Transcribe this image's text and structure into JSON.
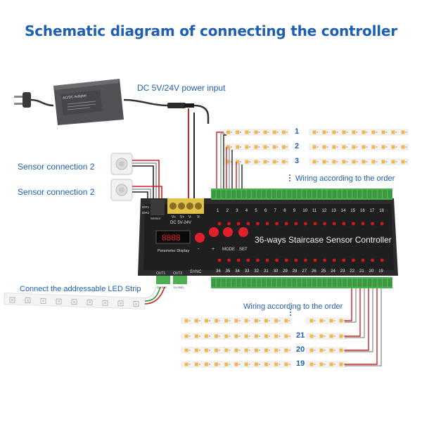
{
  "title": "Schematic diagram of connecting the controller",
  "power_label": "DC  5V/24V power input",
  "adapter_label": "AC/DC Adapter",
  "sensor_labels": [
    "Sensor connection 2",
    "Sensor connection 2"
  ],
  "wiring_top": "Wiring according to the order",
  "wiring_bottom": "Wiring according to the order",
  "led_strip_label": "Connect the addressable LED Strip",
  "controller": {
    "name": "36-ways Staircase Sensor Controller",
    "power_terminal": "DC 5V-24V",
    "terminal_pins": [
      "V+",
      "V+",
      "V-",
      "V-"
    ],
    "display": "8888",
    "display_label": "Parameter Display",
    "buttons": [
      "-",
      "+",
      "MODE",
      "SET"
    ],
    "dir_labels": [
      "DIR1",
      "DIR2"
    ],
    "sensor_label": "Sensor",
    "out_labels": [
      "OUT1",
      "OUT2"
    ],
    "out_sub": "DI GND",
    "sync_label": "SYNC",
    "top_channels": [
      "1",
      "2",
      "3",
      "4",
      "5",
      "6",
      "7",
      "8",
      "9",
      "10",
      "11",
      "12",
      "13",
      "14",
      "15",
      "16",
      "17",
      "18"
    ],
    "bottom_channels": [
      "36",
      "35",
      "34",
      "33",
      "32",
      "31",
      "30",
      "29",
      "28",
      "27",
      "26",
      "25",
      "24",
      "23",
      "22",
      "21",
      "20",
      "19"
    ]
  },
  "top_strip_numbers": [
    "1",
    "2",
    "3"
  ],
  "bottom_strip_numbers": [
    "21",
    "20",
    "19"
  ],
  "colors": {
    "title": "#1e5fb4",
    "controller_body": "#2a2a2a",
    "terminal_green": "#4caf50",
    "button_red": "#e0202a",
    "wire_red": "#d42020",
    "wire_black": "#222222",
    "strip_white": "#f4f4f4",
    "led_amber": "#f2b64a"
  }
}
